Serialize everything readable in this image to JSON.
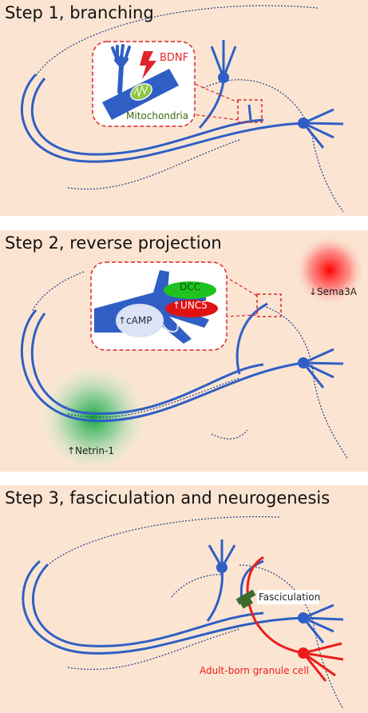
{
  "steps": [
    {
      "title": "Step 1, branching",
      "labels": {
        "bdnf": "BDNF",
        "mito": "Mitochondria"
      }
    },
    {
      "title": "Step 2, reverse projection",
      "labels": {
        "dcc": "DCC",
        "unc5": "↑UNC5",
        "camp": "↑cAMP",
        "sema": "↓Sema3A",
        "netrin": "↑Netrin-1"
      }
    },
    {
      "title": "Step 3, fasciculation and neurogenesis",
      "labels": {
        "fasc": "Fasciculation",
        "abgc": "Adult-born granule cell"
      }
    }
  ],
  "colors": {
    "axon": "#2f5fc4",
    "inset_border": "#e0242a",
    "bdnf": "#e0242a",
    "mito": "#8cc63f",
    "dcc": "#1fc21f",
    "unc5": "#e01212",
    "fasc_marker": "#3d6b2a",
    "sema": "#ff0000",
    "netrin": "#1fa83c",
    "newcell": "#ee1c1c"
  },
  "icons": [
    "lightning-icon",
    "mitochondrion-icon",
    "fasciculation-marker-icon"
  ]
}
